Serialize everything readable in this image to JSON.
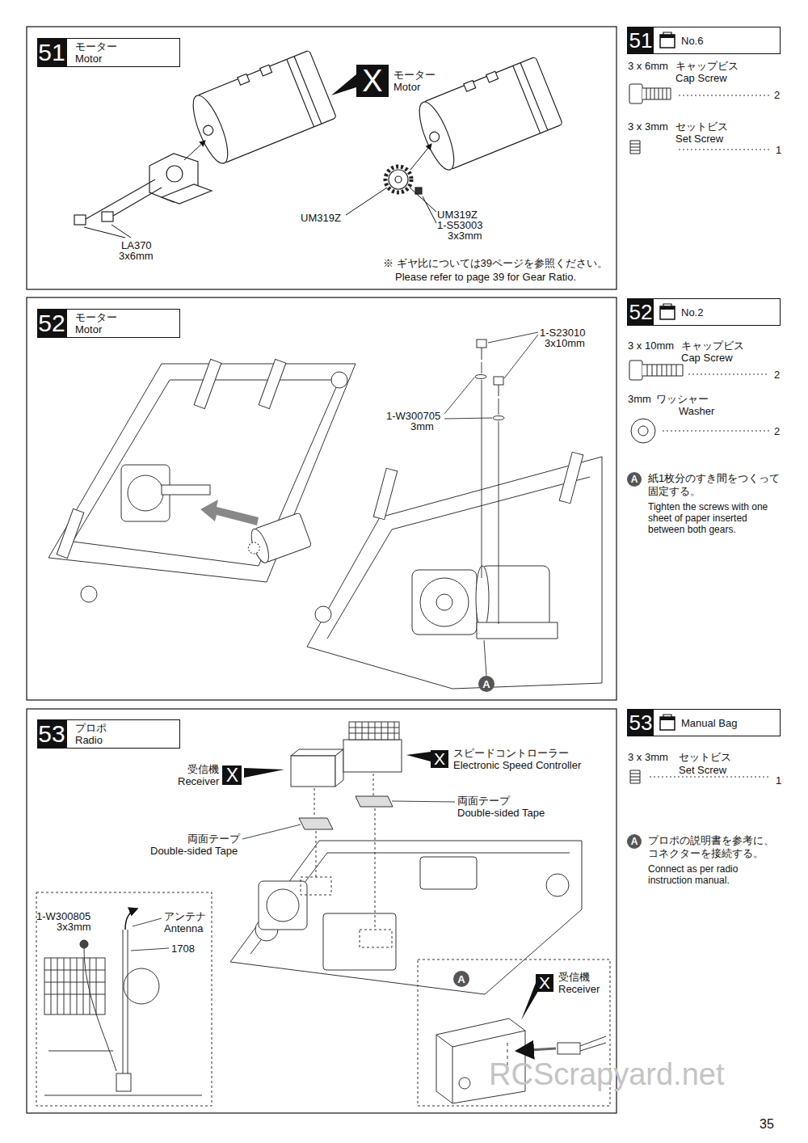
{
  "diagram": {
    "nodes": [
      {
        "text": [
          "51",
          "モーター",
          "Motor"
        ]
      },
      {
        "text": [
          "X",
          "モーター",
          "Motor"
        ]
      },
      {
        "text": [
          "51",
          "No.6"
        ]
      },
      {
        "text": [
          "52",
          "モーター",
          "Motor"
        ]
      },
      {
        "text": [
          "A"
        ]
      },
      {
        "text": [
          "52",
          "No.2"
        ]
      },
      {
        "text": [
          "A"
        ]
      },
      {
        "text": [
          "53",
          "プロポ",
          "Radio"
        ]
      },
      {
        "text": [
          "X",
          "受信機",
          "Receiver"
        ]
      },
      {
        "text": [
          "X",
          "スピードコントローラー",
          "Electronic Speed Controller"
        ]
      },
      {
        "text": [
          "A"
        ]
      },
      {
        "text": [
          "X",
          "受信機",
          "Receiver"
        ]
      },
      {
        "text": [
          "53",
          "Manual Bag"
        ]
      },
      {
        "text": [
          "A"
        ]
      }
    ],
    "labels": [
      "LA370",
      "3x6mm",
      "UM319Z",
      "UM319Z",
      "1-S53003",
      "3x3mm",
      "※ ギヤ比については39ページを参照ください。",
      "Please refer to page 39 for Gear Ratio.",
      "3 x 6mm",
      "キャップビス",
      "Cap Screw",
      "2",
      "3 x 3mm",
      "セットビス",
      "Set Screw",
      "1",
      "1-S23010",
      "3x10mm",
      "1-W300705",
      "3mm",
      "3 x 10mm",
      "キャップビス",
      "Cap Screw",
      "2",
      "3mm",
      "ワッシャー",
      "Washer",
      "2",
      "紙1枚分のすき間をつくって固定する。",
      "Tighten the screws with one sheet of paper inserted between both gears.",
      "両面テープ",
      "Double-sided Tape",
      "両面テープ",
      "Double-sided Tape",
      "1-W300805",
      "3x3mm",
      "アンテナ",
      "Antenna",
      "1708",
      "3 x 3mm",
      "セットビス",
      "Set Screw",
      "1",
      "プロポの説明書を参考に、コネクターを接続する。",
      "Connect as per radio instruction manual.",
      "RCScrapyard.net",
      "35"
    ]
  }
}
